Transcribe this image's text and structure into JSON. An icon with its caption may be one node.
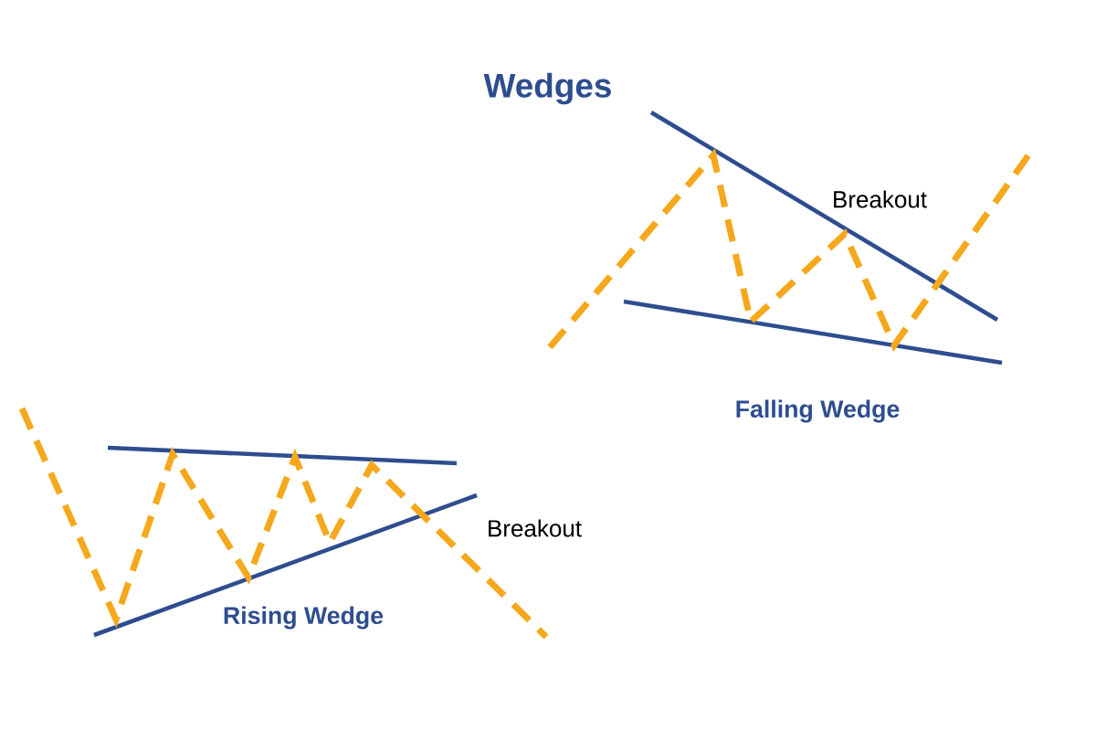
{
  "diagram": {
    "title": "Wedges",
    "labels": [
      "Breakout",
      "Falling Wedge",
      "Breakout",
      "Rising Wedge"
    ]
  }
}
